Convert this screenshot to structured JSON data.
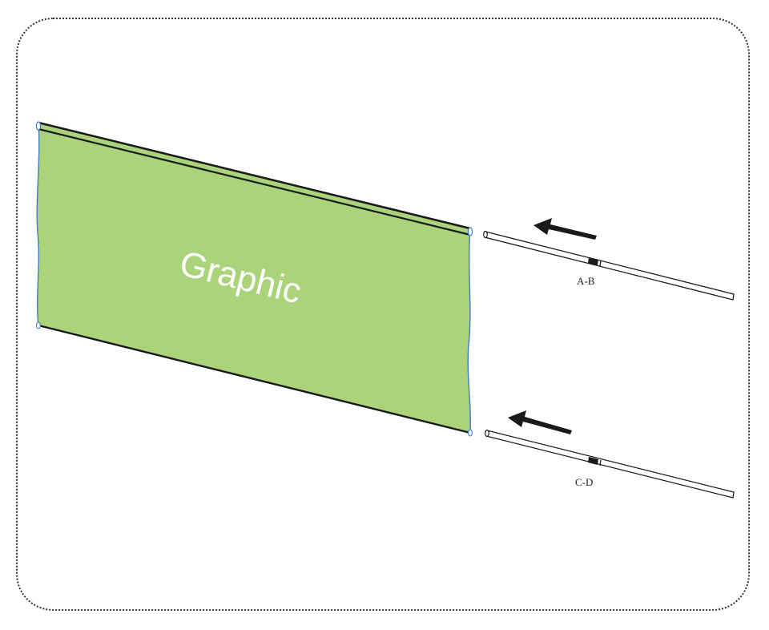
{
  "banner": {
    "text": "Graphic",
    "fill_color": "#aad37a",
    "edge_color": "#1a1a1a",
    "side_color": "#3d7ec4"
  },
  "poles": [
    {
      "label": "A-B"
    },
    {
      "label": "C-D"
    }
  ],
  "icons": {
    "arrow": "left-arrow-icon"
  }
}
